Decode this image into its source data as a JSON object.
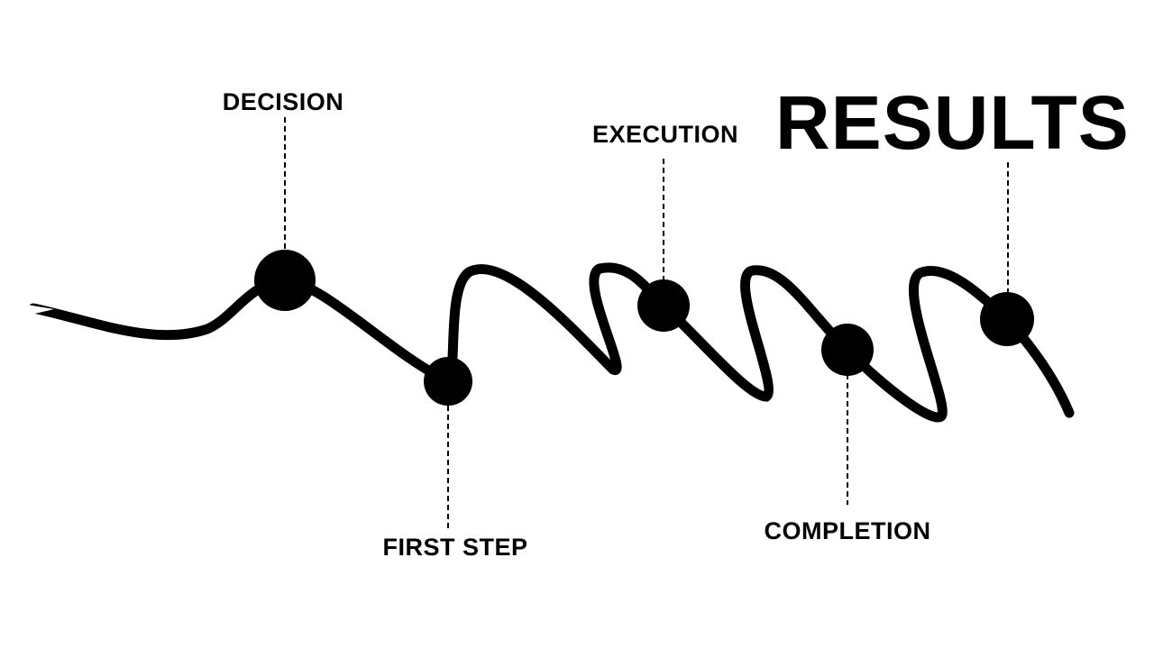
{
  "title": "RESULTS",
  "milestones": [
    {
      "label": "DECISION"
    },
    {
      "label": "FIRST STEP"
    },
    {
      "label": "EXECUTION"
    },
    {
      "label": "COMPLETION"
    }
  ],
  "colors": {
    "ink": "#000000",
    "background": "#ffffff"
  }
}
